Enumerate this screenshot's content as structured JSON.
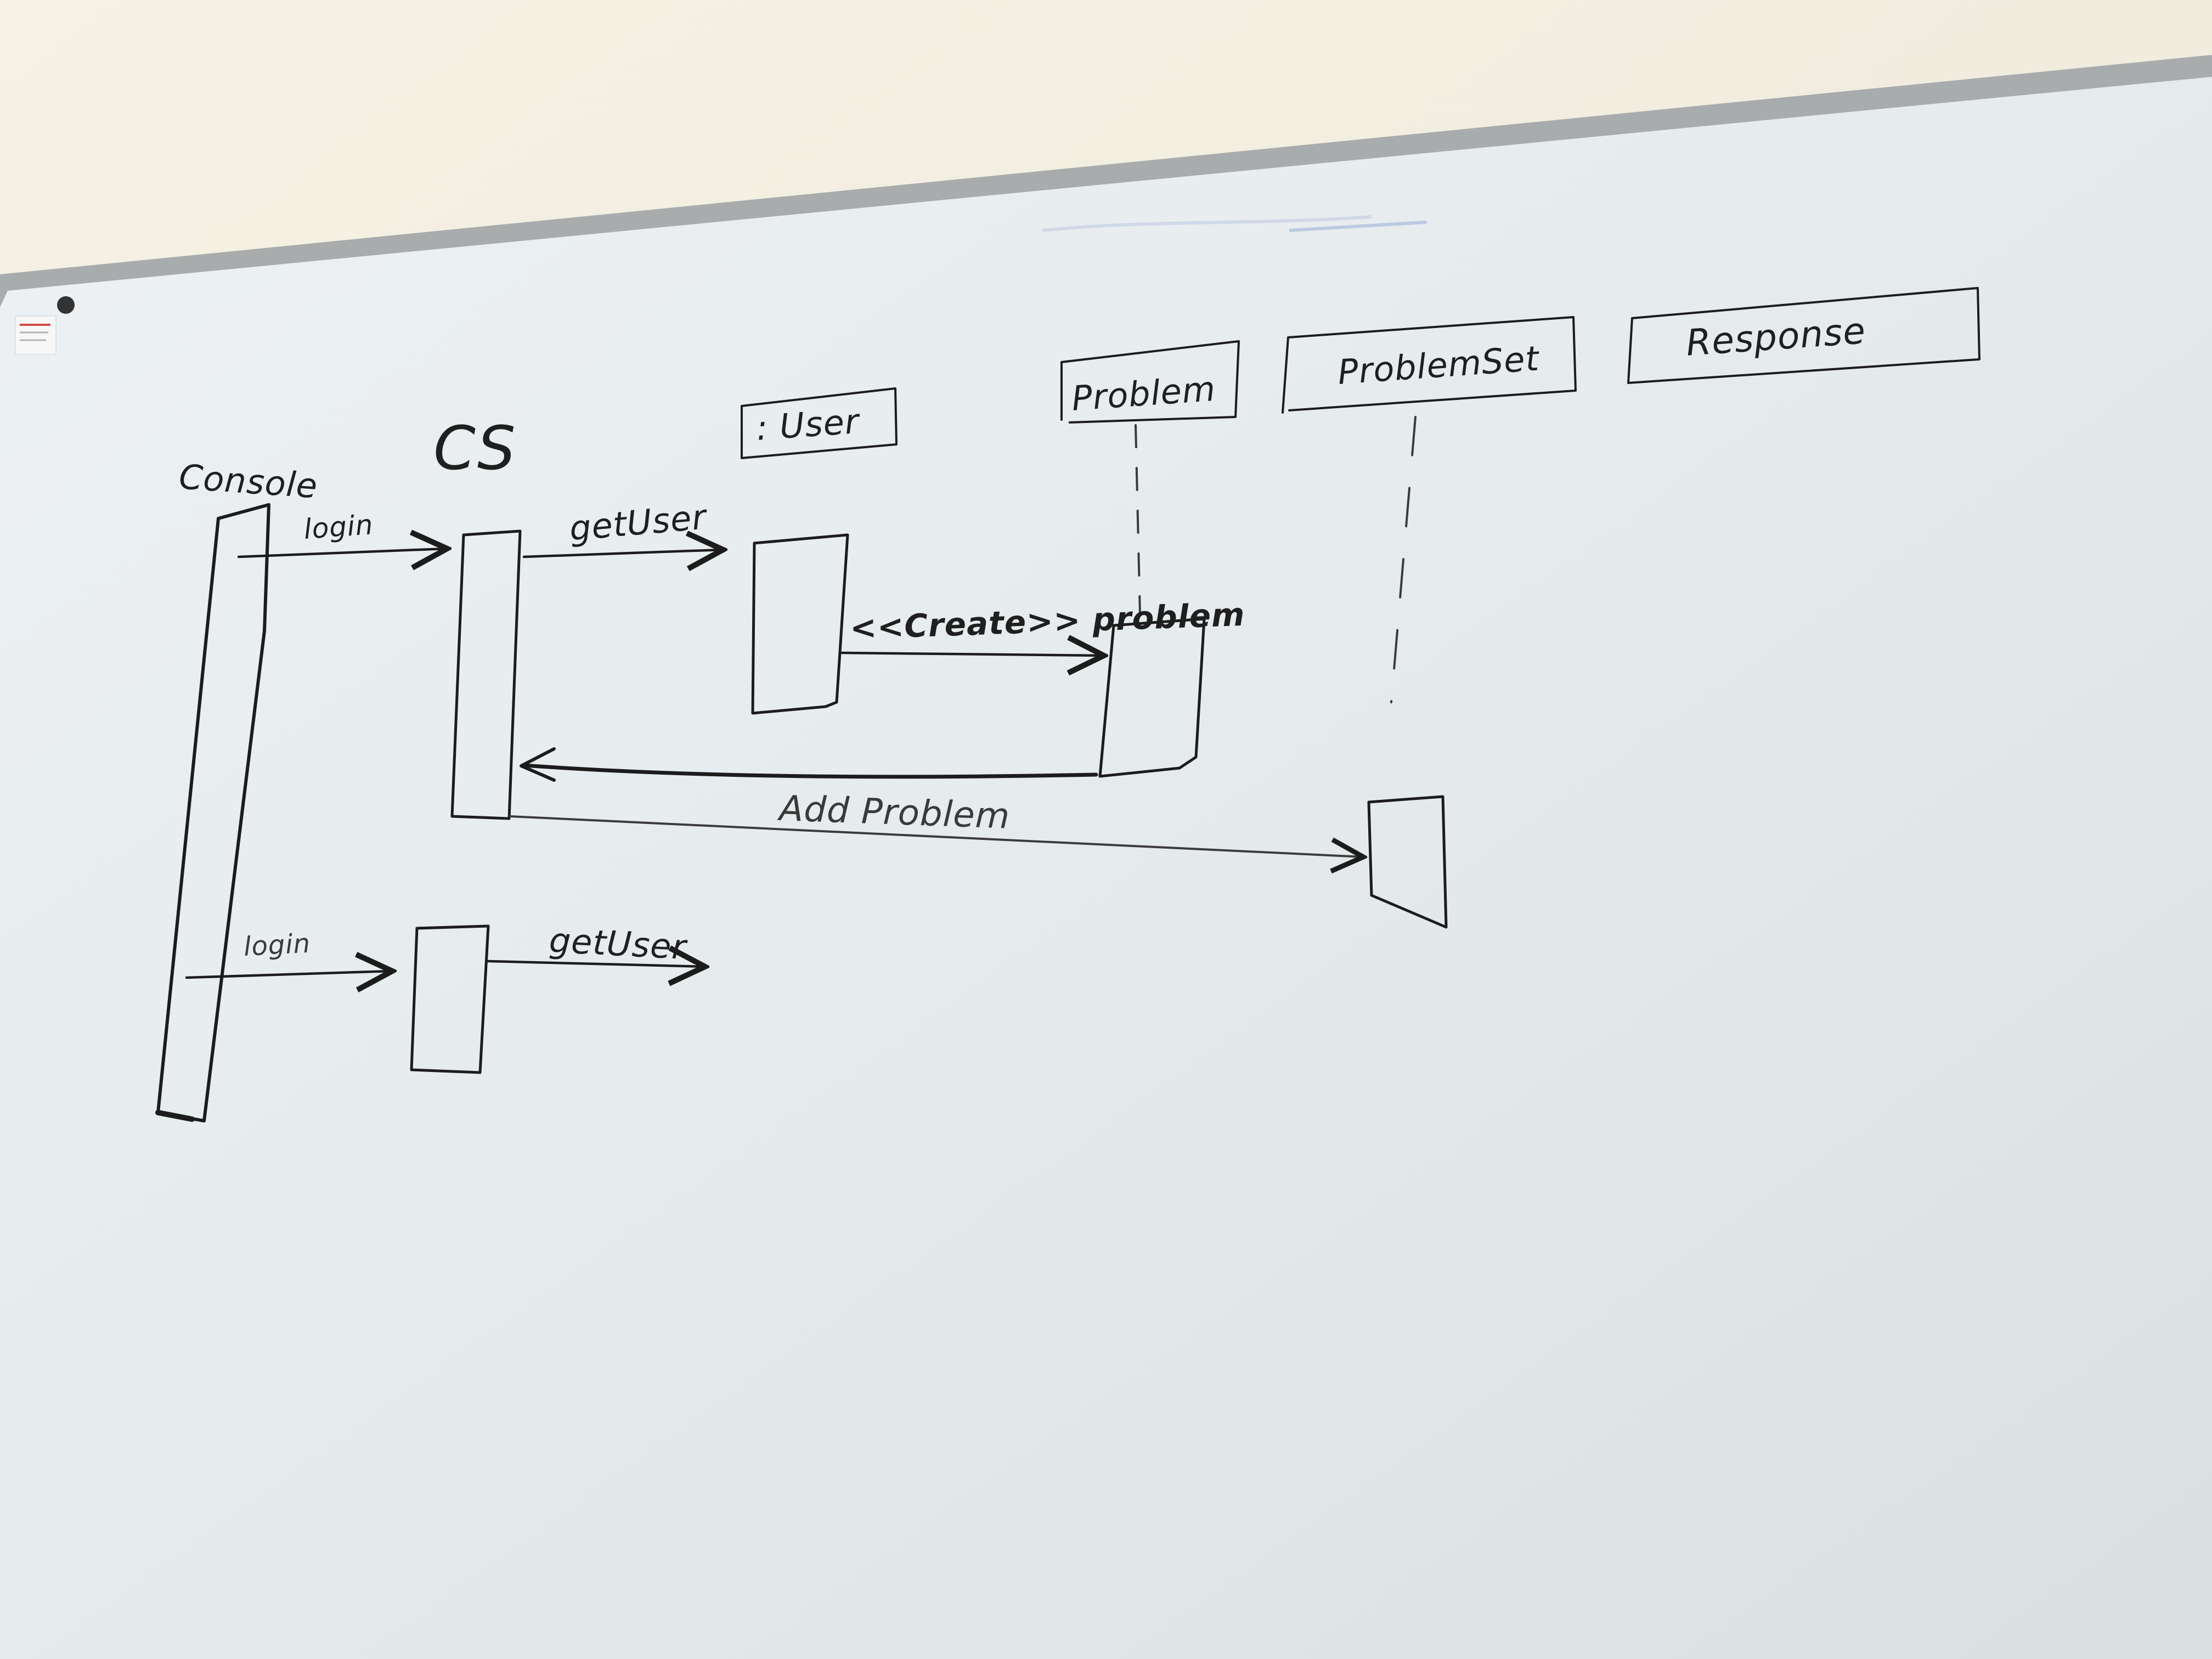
{
  "diagram": {
    "lifelines": {
      "console": "Console",
      "cs": "CS",
      "user": ": User",
      "problem": "Problem",
      "problem_set": "ProblemSet",
      "response": "Response"
    },
    "messages": {
      "login_1": "login",
      "get_user_1": "getUser",
      "create_problem": "<<Create>> problem",
      "add_problem": "Add Problem",
      "login_2": "login",
      "get_user_2": "getUser"
    }
  },
  "colors": {
    "wall": "#f3efe3",
    "board": "#e7ecee",
    "frame": "#a9acad",
    "ink": "#1c1c1c"
  }
}
